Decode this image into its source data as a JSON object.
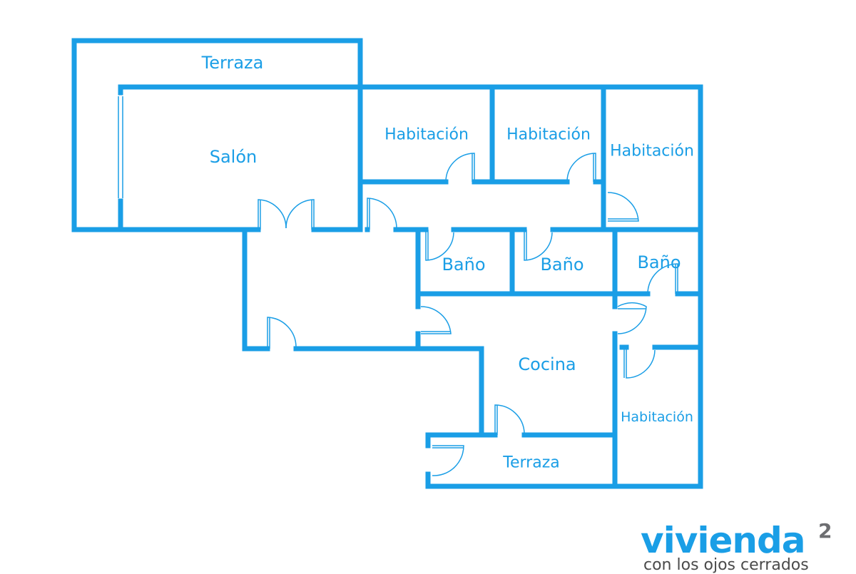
{
  "rooms": {
    "terraza_top": "Terraza",
    "salon": "Salón",
    "habitacion_1": "Habitación",
    "habitacion_2": "Habitación",
    "habitacion_3": "Habitación",
    "bano_1": "Baño",
    "bano_2": "Baño",
    "bano_3": "Baño",
    "cocina": "Cocina",
    "terraza_bottom": "Terraza",
    "habitacion_4": "Habitación"
  },
  "brand": {
    "name": "vivienda",
    "superscript": "2",
    "tagline": "con los ojos cerrados"
  },
  "colors": {
    "wall": "#1a9ee6",
    "label": "#1a9ee6",
    "brand_primary": "#1a9ee6",
    "brand_secondary": "#6d6e71"
  }
}
